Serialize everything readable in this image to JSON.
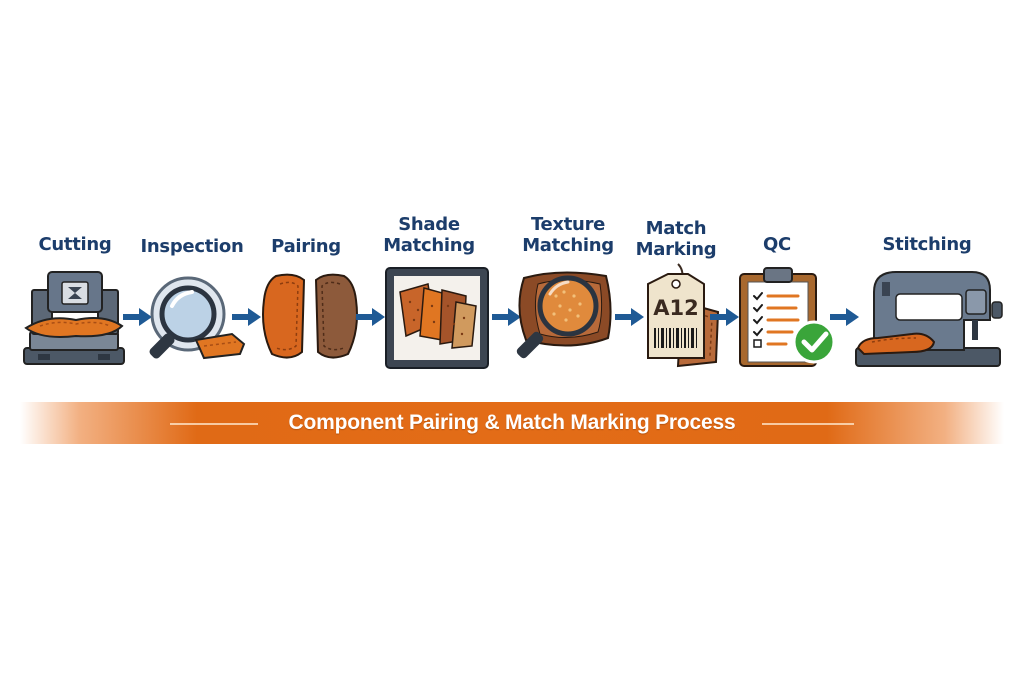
{
  "steps": [
    {
      "id": "cutting",
      "label_lines": [
        "Cutting"
      ],
      "icon": "cutting-press-icon"
    },
    {
      "id": "inspection",
      "label_lines": [
        "Inspection"
      ],
      "icon": "magnifying-glass-icon"
    },
    {
      "id": "pairing",
      "label_lines": [
        "Pairing"
      ],
      "icon": "leather-pair-icon"
    },
    {
      "id": "shade-matching",
      "label_lines": [
        "Shade",
        "Matching"
      ],
      "icon": "leather-swatches-icon"
    },
    {
      "id": "texture-matching",
      "label_lines": [
        "Texture",
        "Matching"
      ],
      "icon": "texture-magnifier-icon"
    },
    {
      "id": "match-marking",
      "label_lines": [
        "Match",
        "Marking"
      ],
      "icon": "barcode-tag-icon"
    },
    {
      "id": "qc",
      "label_lines": [
        "QC"
      ],
      "icon": "checklist-clipboard-icon"
    },
    {
      "id": "stitching",
      "label_lines": [
        "Stitching"
      ],
      "icon": "sewing-machine-icon"
    }
  ],
  "tag_code": "A12",
  "banner": {
    "title": "Component Pairing & Match Marking Process"
  },
  "colors": {
    "label_text": "#1c3d6b",
    "arrow": "#1f5a95",
    "banner": "#e36c17",
    "leather": "#c8652a",
    "steel": "#5a6878",
    "check": "#3aa53a"
  }
}
